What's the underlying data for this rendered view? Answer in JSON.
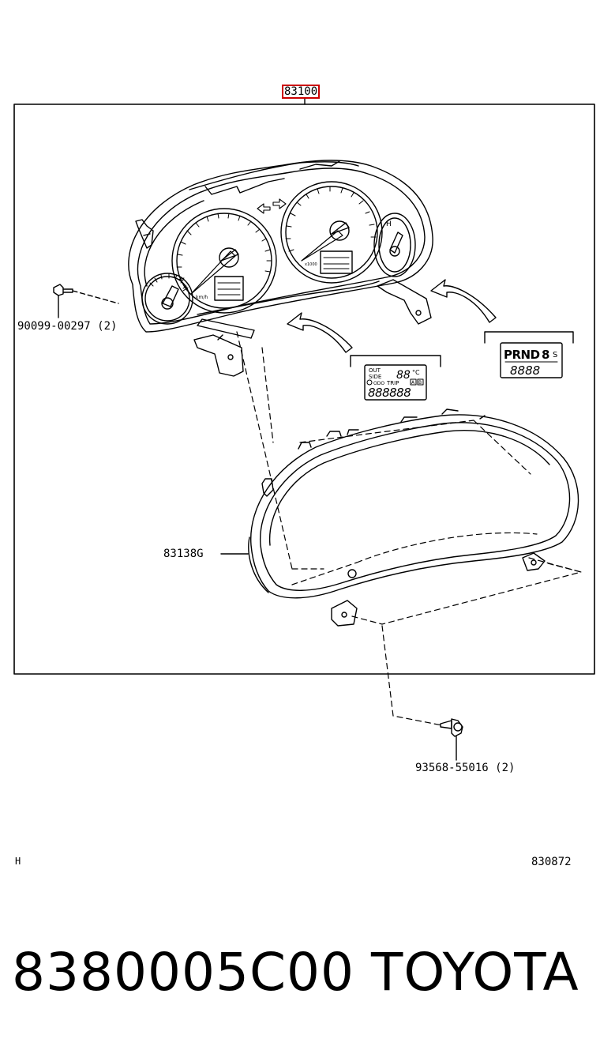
{
  "diagram": {
    "main_part_number": "83100",
    "callouts": {
      "screw_left": "90099-00297 (2)",
      "cover": "83138G",
      "screw_bottom": "93568-55016 (2)"
    },
    "lcd_odometer": {
      "out_label": "OUT",
      "side_label": "SIDE",
      "odo_label": "ODO",
      "trip_label": "TRIP",
      "trip_a": "A",
      "trip_b": "B",
      "temp": "88",
      "unit": "°C",
      "digits": "888888"
    },
    "lcd_shift": {
      "gears": "PRND",
      "gear_highlight": "8",
      "sport": "S",
      "digits": "8888"
    },
    "corner_left": "H",
    "figure_number": "830872"
  },
  "footer": {
    "part_number": "8380005C00",
    "brand": "TOYOTA"
  }
}
